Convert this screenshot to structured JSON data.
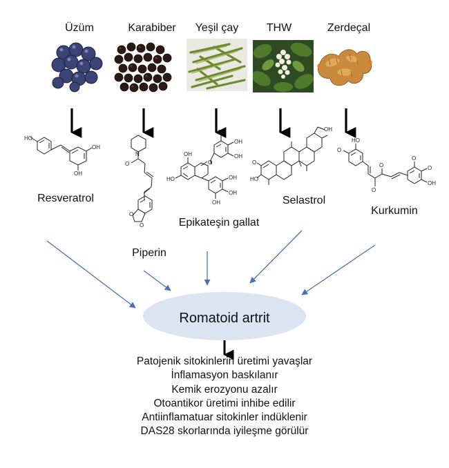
{
  "sources": [
    {
      "name": "Üzüm",
      "compound": "Resveratrol",
      "image": "grapes-photo"
    },
    {
      "name": "Karabiber",
      "compound": "Piperin",
      "image": "black-pepper-photo"
    },
    {
      "name": "Yeşil çay",
      "compound": "Epikateşin gallat",
      "image": "green-tea-photo"
    },
    {
      "name": "THW",
      "compound": "Selastrol",
      "image": "thunder-god-vine-photo"
    },
    {
      "name": "Zerdeçal",
      "compound": "Kurkumin",
      "image": "turmeric-photo"
    }
  ],
  "chem_labels": {
    "ho": "HO",
    "oh": "OH",
    "o": "O",
    "n": "N"
  },
  "target": "Romatoid artrit",
  "outcomes": [
    "Patojenik sitokinlerin üretimi yavaşlar",
    "İnflamasyon baskılanır",
    "Kemik erozyonu azalır",
    "Otoantikor üretimi inhibe edilir",
    "Antiinflamatuar sitokinler indüklenir",
    "DAS28 skorlarında iyileşme görülür"
  ],
  "colors": {
    "blue_arrow": "#4a72b0",
    "ellipse_fill": "#dbe4f1",
    "text": "#111111"
  }
}
